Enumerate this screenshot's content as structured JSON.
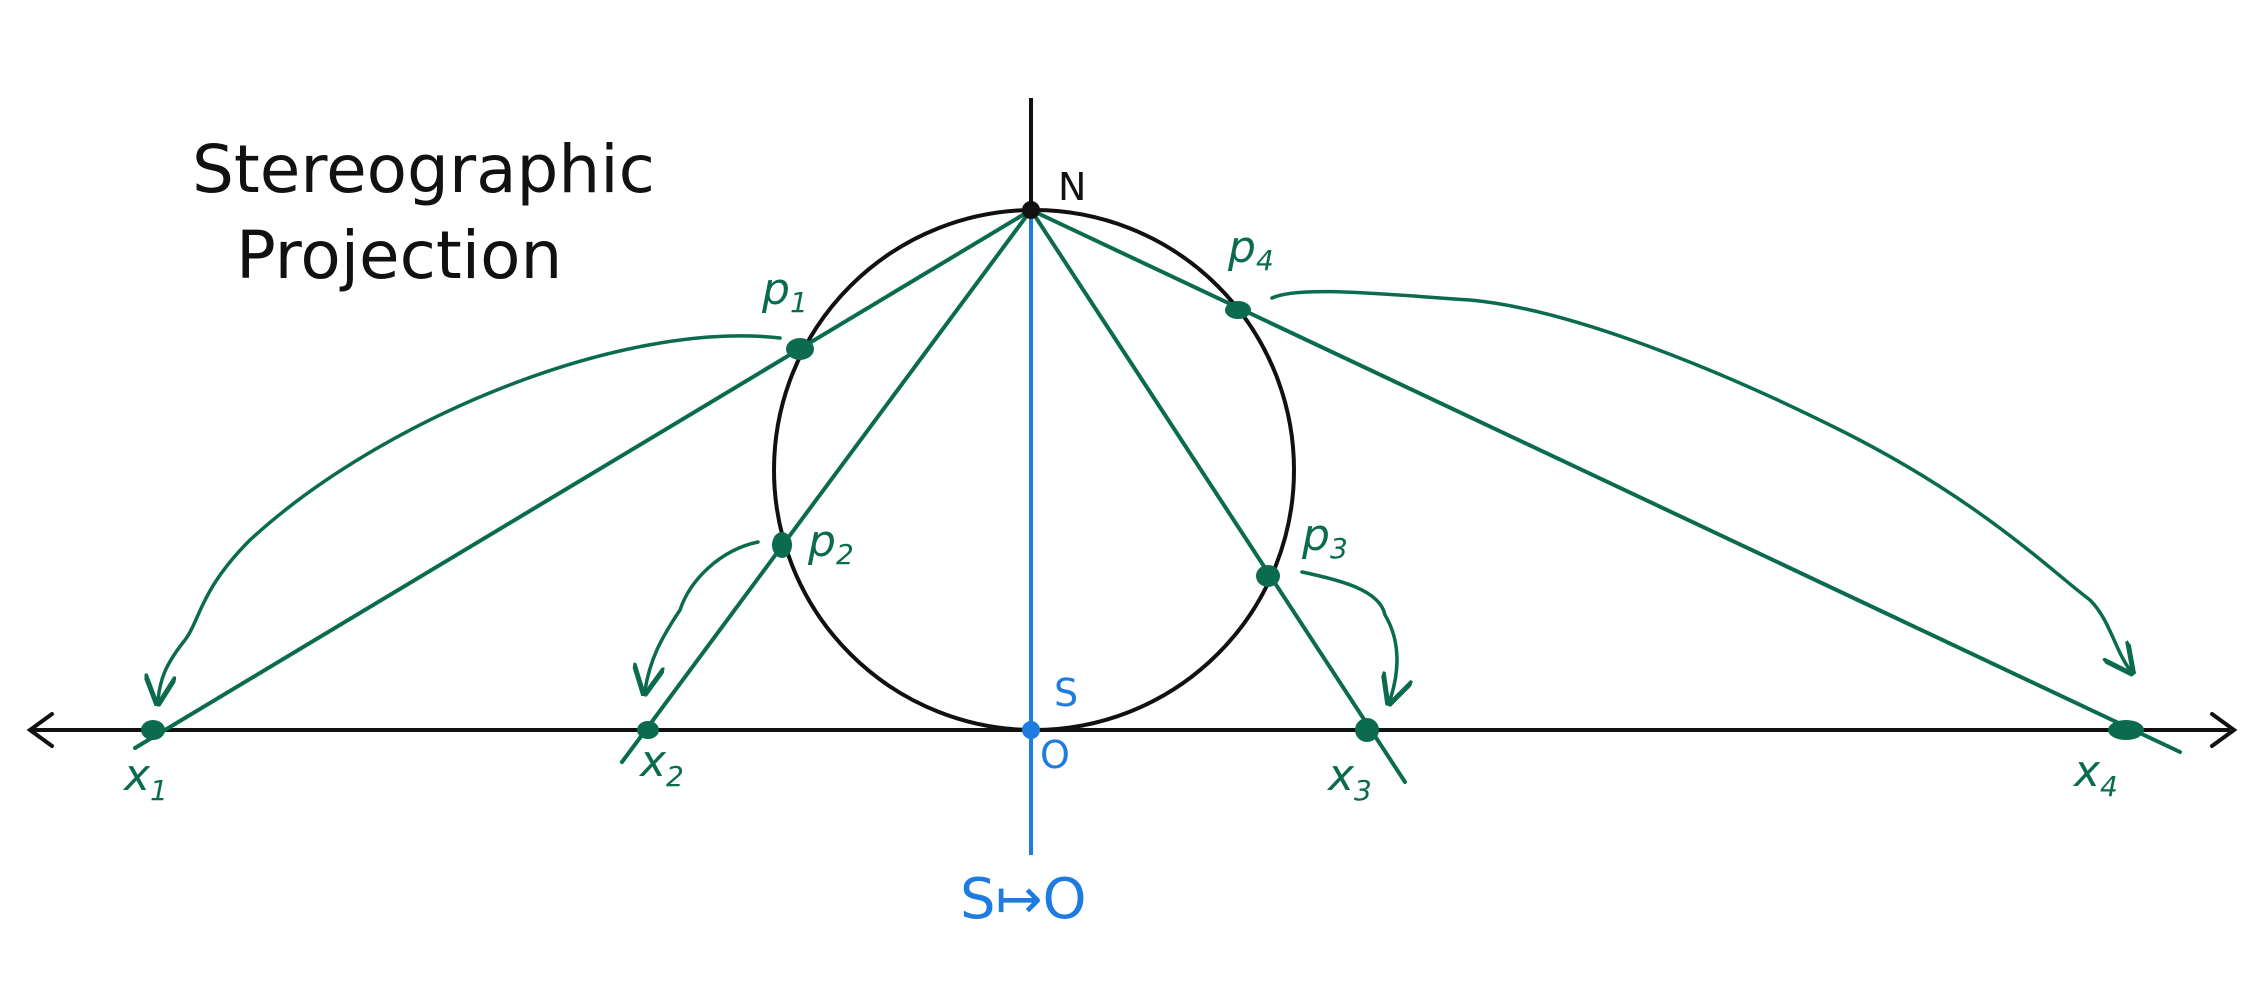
{
  "title": {
    "line1": "Stereographic",
    "line2": "Projection"
  },
  "labels": {
    "north": "N",
    "south": "S",
    "zero": "O",
    "mapping": "S↦O"
  },
  "points": [
    {
      "p_letter": "p",
      "p_sub": "1",
      "x_letter": "x",
      "x_sub": "1"
    },
    {
      "p_letter": "p",
      "p_sub": "2",
      "x_letter": "x",
      "x_sub": "2"
    },
    {
      "p_letter": "p",
      "p_sub": "3",
      "x_letter": "x",
      "x_sub": "3"
    },
    {
      "p_letter": "p",
      "p_sub": "4",
      "x_letter": "x",
      "x_sub": "4"
    }
  ],
  "colors": {
    "ink": "#111111",
    "projection": "#0b6b4f",
    "south_mapping": "#1e7be0"
  }
}
